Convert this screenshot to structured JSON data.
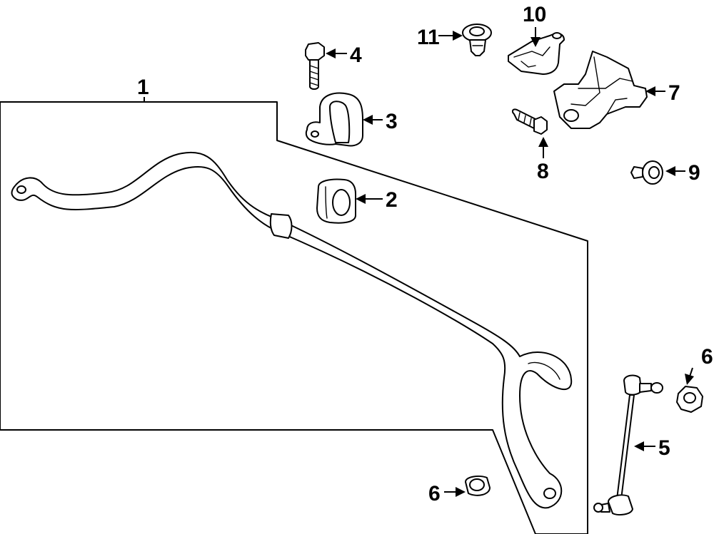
{
  "callouts": {
    "c1": "1",
    "c2": "2",
    "c3": "3",
    "c4": "4",
    "c5": "5",
    "c6a": "6",
    "c6b": "6",
    "c7": "7",
    "c8": "8",
    "c9": "9",
    "c10": "10",
    "c11": "11"
  },
  "colors": {
    "ink": "#000000",
    "background": "#ffffff"
  }
}
